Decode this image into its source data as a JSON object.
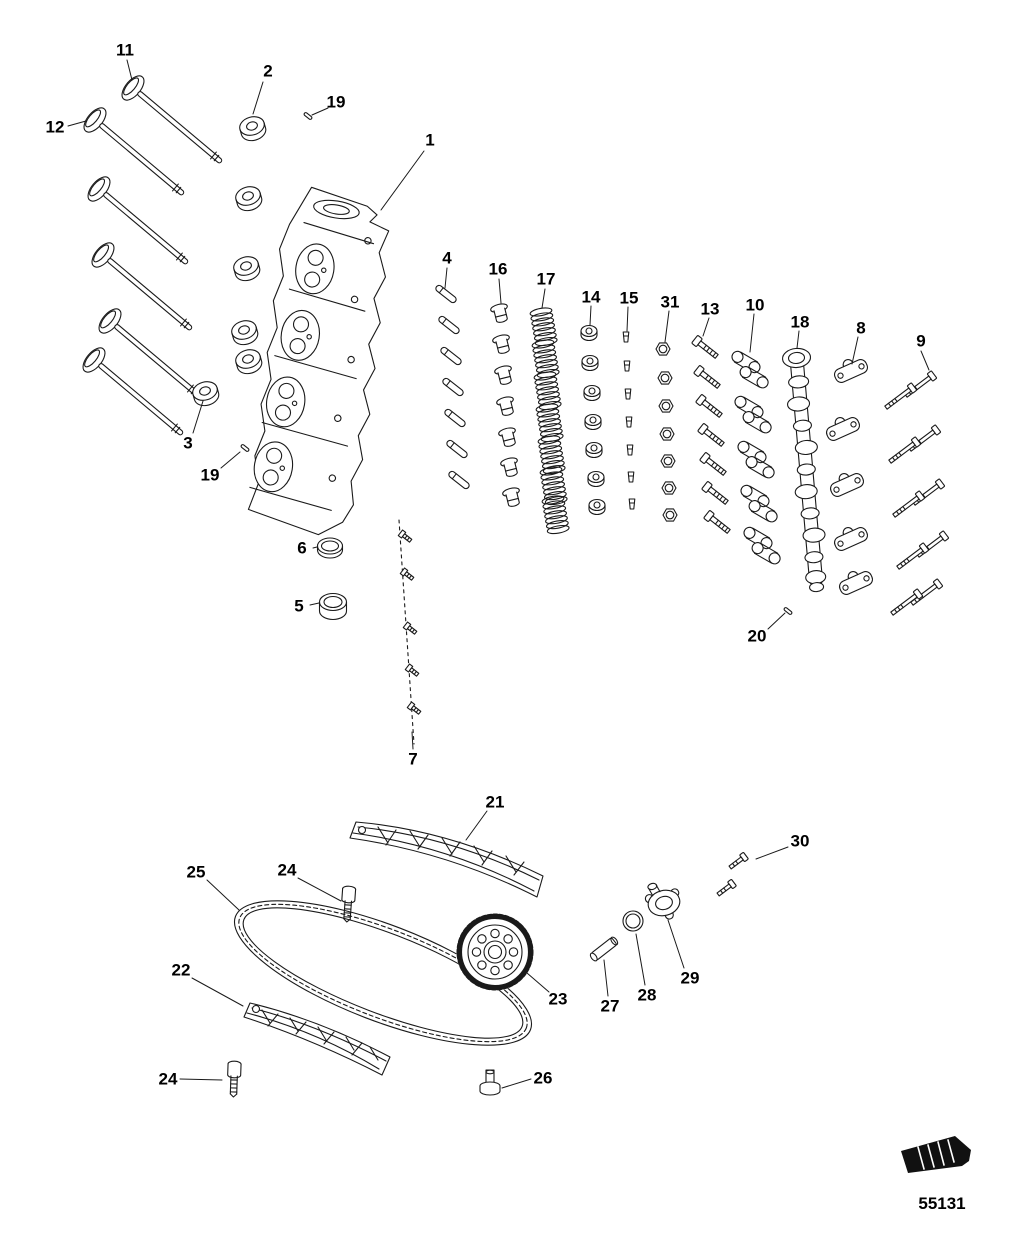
{
  "diagram": {
    "drawing_number": "55131",
    "background_color": "#ffffff",
    "line_color": "#1a1a1a",
    "label_color": "#000000"
  },
  "callouts": [
    {
      "label": "11"
    },
    {
      "label": "2"
    },
    {
      "label": "19"
    },
    {
      "label": "12"
    },
    {
      "label": "1"
    },
    {
      "label": "4"
    },
    {
      "label": "16"
    },
    {
      "label": "17"
    },
    {
      "label": "14"
    },
    {
      "label": "15"
    },
    {
      "label": "31"
    },
    {
      "label": "13"
    },
    {
      "label": "10"
    },
    {
      "label": "18"
    },
    {
      "label": "8"
    },
    {
      "label": "9"
    },
    {
      "label": "3"
    },
    {
      "label": "19"
    },
    {
      "label": "6"
    },
    {
      "label": "5"
    },
    {
      "label": "20"
    },
    {
      "label": "7"
    },
    {
      "label": "21"
    },
    {
      "label": "30"
    },
    {
      "label": "25"
    },
    {
      "label": "24"
    },
    {
      "label": "22"
    },
    {
      "label": "23"
    },
    {
      "label": "27"
    },
    {
      "label": "28"
    },
    {
      "label": "29"
    },
    {
      "label": "24"
    },
    {
      "label": "26"
    }
  ]
}
